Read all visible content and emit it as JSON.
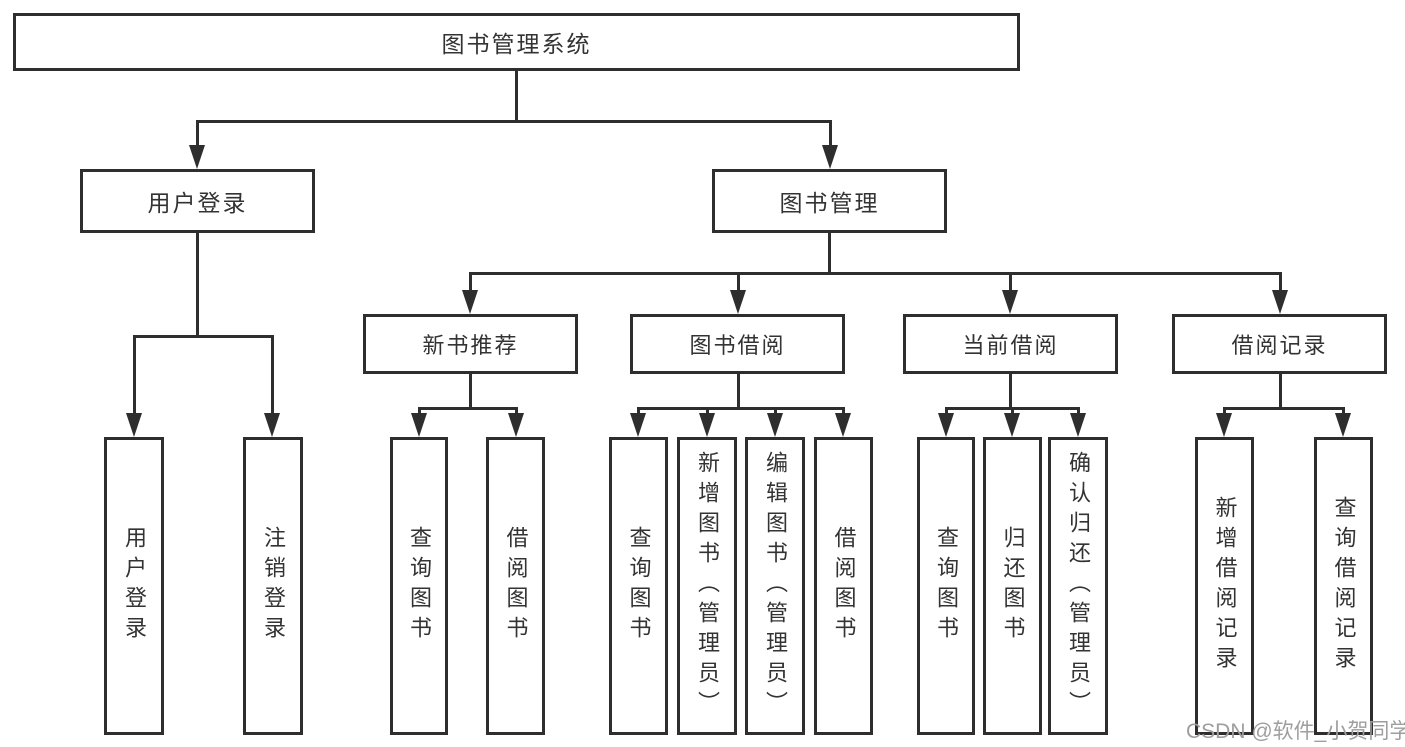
{
  "diagram": {
    "title": "图书管理系统",
    "level2": [
      {
        "label": "用户登录"
      },
      {
        "label": "图书管理"
      }
    ],
    "level3": [
      {
        "label": "新书推荐"
      },
      {
        "label": "图书借阅"
      },
      {
        "label": "当前借阅"
      },
      {
        "label": "借阅记录"
      }
    ],
    "level4": {
      "user_login": [
        {
          "label": "用户登录"
        },
        {
          "label": "注销登录"
        }
      ],
      "new_book_recommend": [
        {
          "label": "查询图书"
        },
        {
          "label": "借阅图书"
        }
      ],
      "book_borrow": [
        {
          "label": "查询图书"
        },
        {
          "label": "新增图书（管理员）"
        },
        {
          "label": "编辑图书（管理员）"
        },
        {
          "label": "借阅图书"
        }
      ],
      "current_borrow": [
        {
          "label": "查询图书"
        },
        {
          "label": "归还图书"
        },
        {
          "label": "确认归还（管理员）"
        }
      ],
      "borrow_records": [
        {
          "label": "新增借阅记录"
        },
        {
          "label": "查询借阅记录"
        }
      ]
    }
  },
  "watermark": {
    "text": "CSDN @软件_小贺同学"
  },
  "colors": {
    "line": "#2e2e2e",
    "text": "#333333",
    "watermark": "#9e9e9e",
    "background": "#ffffff"
  }
}
